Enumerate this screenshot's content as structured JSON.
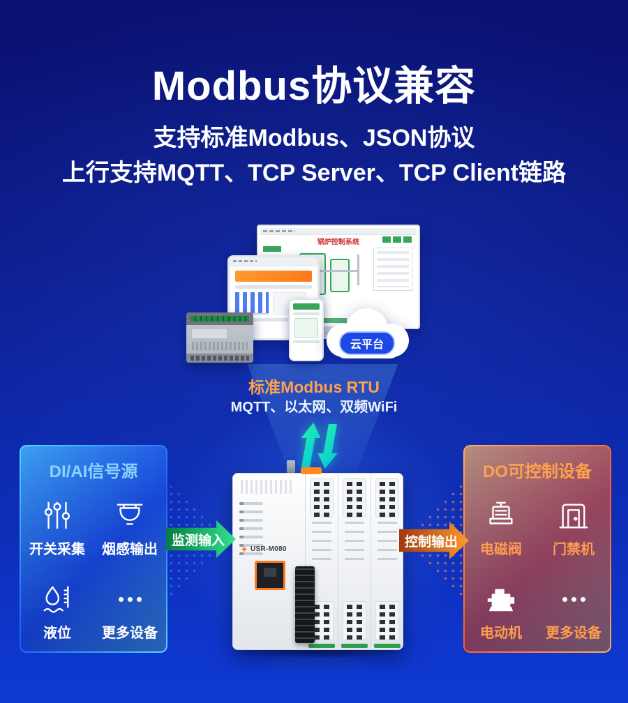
{
  "header": {
    "title": "Modbus协议兼容",
    "subtitle1": "支持标准Modbus、JSON协议",
    "subtitle2": "上行支持MQTT、TCP Server、TCP Client链路"
  },
  "cloud": {
    "label": "云平台"
  },
  "link": {
    "downlink": "标准Modbus RTU",
    "uplink": "MQTT、以太网、双频WiFi"
  },
  "hmi": {
    "title": "锅炉控制系统"
  },
  "gateway": {
    "model": "USR-M080"
  },
  "flow": {
    "input_label": "监测输入",
    "output_label": "控制输出"
  },
  "left_panel": {
    "title": "DI/AI信号源",
    "items": [
      {
        "label": "开关采集",
        "icon": "sliders-icon"
      },
      {
        "label": "烟感输出",
        "icon": "smoke-detector-icon"
      },
      {
        "label": "液位",
        "icon": "liquid-level-icon"
      },
      {
        "label": "更多设备",
        "icon": "more-devices-icon"
      }
    ]
  },
  "right_panel": {
    "title": "DO可控制设备",
    "items": [
      {
        "label": "电磁阀",
        "icon": "solenoid-valve-icon"
      },
      {
        "label": "门禁机",
        "icon": "access-control-icon"
      },
      {
        "label": "电动机",
        "icon": "motor-icon"
      },
      {
        "label": "更多设备",
        "icon": "more-devices-icon"
      }
    ]
  },
  "colors": {
    "accent_orange": "#ff9d3e",
    "accent_green": "#2fe08a",
    "accent_cyan": "#54d8ff",
    "background_top": "#0a1170",
    "background_bottom": "#0f3ad4"
  }
}
